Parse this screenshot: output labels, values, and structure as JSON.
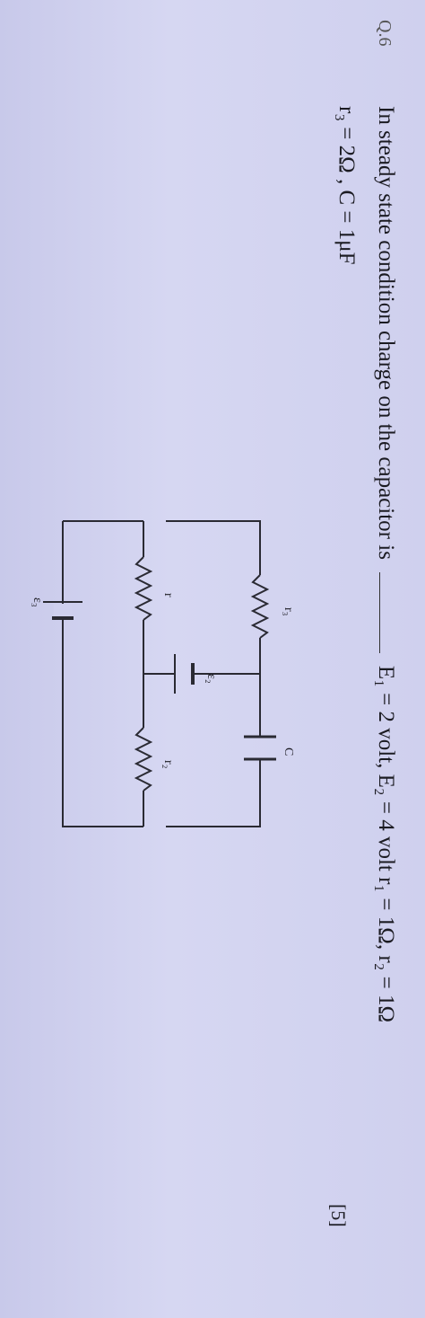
{
  "question": {
    "number": "Q.6",
    "prompt": "In steady state condition charge on the capacitor is",
    "given_line1": "E₁ = 2 volt, E₂ = 4 volt r₁ = 1Ω, r₂ = 1Ω",
    "given_line2": "r₃ = 2Ω , C = 1μF",
    "marks": "[5]"
  },
  "circuit": {
    "labels": {
      "r3": "r₃",
      "capacitor": "C",
      "r": "r",
      "e2": "ε₂",
      "r2": "r₂",
      "e3": "ε₃"
    }
  }
}
